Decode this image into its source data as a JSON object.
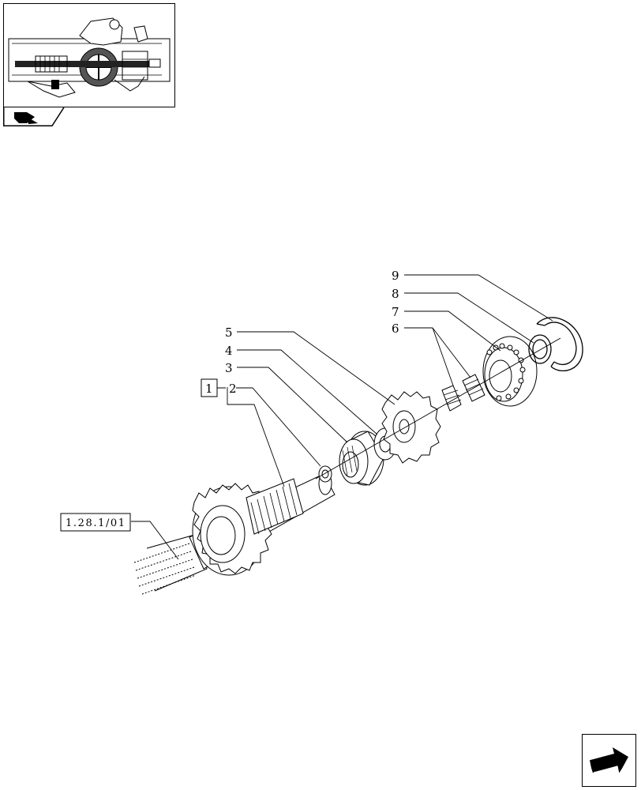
{
  "callouts": {
    "c9": "9",
    "c8": "8",
    "c7": "7",
    "c6": "6",
    "c5": "5",
    "c4": "4",
    "c3": "3",
    "c2": "2",
    "c1": "1"
  },
  "reference": {
    "label": "1.28.1/01"
  },
  "icons": {
    "thumbnail": "assembly-overview-thumbnail",
    "tab": "previous-section-icon",
    "next": "next-page-arrow-icon"
  }
}
